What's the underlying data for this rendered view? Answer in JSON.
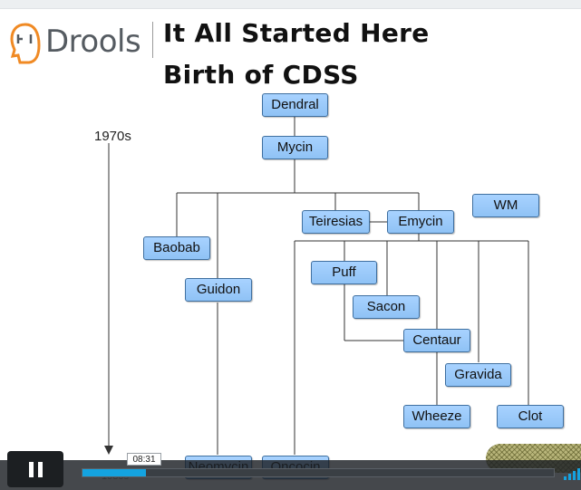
{
  "logo": {
    "name": "Drools"
  },
  "slide": {
    "title_line1": "It All Started Here",
    "title_line2": "Birth of CDSS",
    "timeline_label": "1970s",
    "timeline_end_label": "1980s"
  },
  "nodes": {
    "dendral": "Dendral",
    "mycin": "Mycin",
    "teiresias": "Teiresias",
    "emycin": "Emycin",
    "wm": "WM",
    "baobab": "Baobab",
    "guidon": "Guidon",
    "puff": "Puff",
    "sacon": "Sacon",
    "centaur": "Centaur",
    "gravida": "Gravida",
    "wheeze": "Wheeze",
    "clot": "Clot",
    "neomycin": "Neomycin",
    "oncocin": "Oncocin"
  },
  "player": {
    "state": "playing",
    "time_tooltip": "08:31",
    "progress_fraction": 0.135,
    "accent_color": "#14a3e0",
    "pause_icon": "pause-icon",
    "volume_icon": "volume-icon"
  }
}
